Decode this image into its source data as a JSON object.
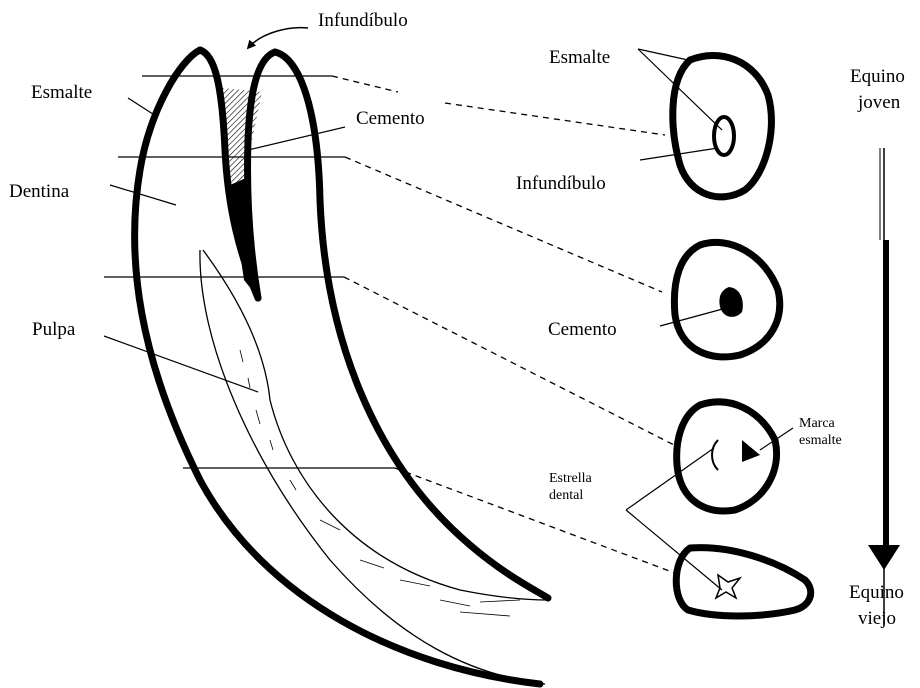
{
  "labels": {
    "infundibulo_top": "Infundíbulo",
    "esmalte_left": "Esmalte",
    "cemento_top": "Cemento",
    "dentina": "Dentina",
    "pulpa": "Pulpa",
    "esmalte_right": "Esmalte",
    "infundibulo_right": "Infundíbulo",
    "cemento_right": "Cemento",
    "marca_line1": "Marca",
    "marca_line2": "esmalte",
    "estrella_line1": "Estrella",
    "estrella_line2": "dental",
    "equino_joven_line1": "Equino",
    "equino_joven_line2": "joven",
    "equino_viejo_line1": "Equino",
    "equino_viejo_line2": "viejo"
  }
}
